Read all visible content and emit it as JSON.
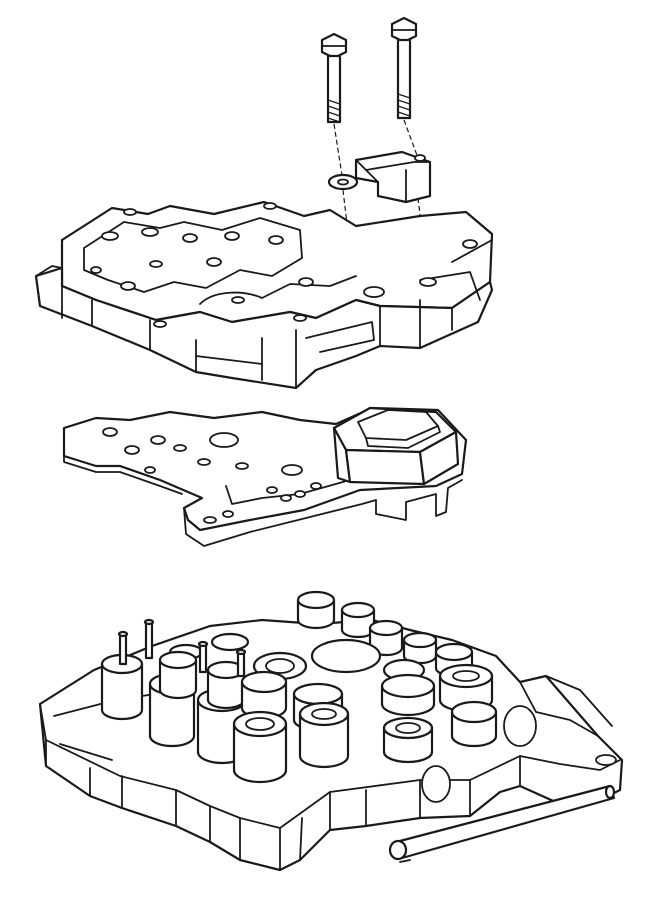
{
  "diagram": {
    "parts": [
      {
        "id": "bolt-left",
        "icon": "bolt-icon"
      },
      {
        "id": "bolt-right",
        "icon": "bolt-icon"
      },
      {
        "id": "washer",
        "icon": "washer-icon"
      },
      {
        "id": "bracket",
        "icon": "bracket-icon"
      },
      {
        "id": "upper-valve-body",
        "icon": "valve-body-icon"
      },
      {
        "id": "separator-plate",
        "icon": "plate-icon"
      },
      {
        "id": "solenoid-block",
        "icon": "solenoid-icon"
      },
      {
        "id": "lower-valve-body",
        "icon": "valve-body-icon"
      },
      {
        "id": "actuator-rod",
        "icon": "rod-icon"
      }
    ],
    "line_color": "#1a1a1a",
    "background": "#ffffff"
  }
}
